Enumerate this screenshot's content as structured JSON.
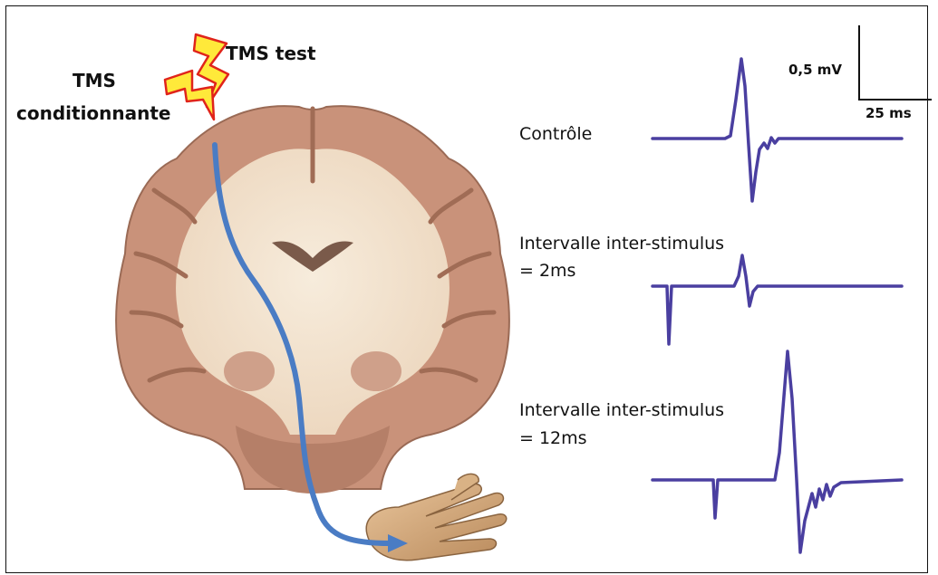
{
  "labels": {
    "tms_test": "TMS test",
    "tms_conditioning_line1": "TMS",
    "tms_conditioning_line2": "conditionnante",
    "scale_voltage": "0,5 mV",
    "scale_time": "25 ms",
    "control": "Contrôle",
    "isi_2_line1": "Intervalle inter-stimulus",
    "isi_2_line2": "= 2ms",
    "isi_12_line1": "Intervalle inter-stimulus",
    "isi_12_line2": "= 12ms"
  },
  "colors": {
    "trace": "#4a3fa0",
    "pathway": "#4a7cc4",
    "lightning_fill": "#ffe93a",
    "lightning_stroke": "#e0241b",
    "brain_gray_matter": "#c9927a",
    "brain_white_matter": "#f3e6d2"
  },
  "icons": [
    "lightning-bolt-icon",
    "brain-coronal-section",
    "hand-icon"
  ]
}
